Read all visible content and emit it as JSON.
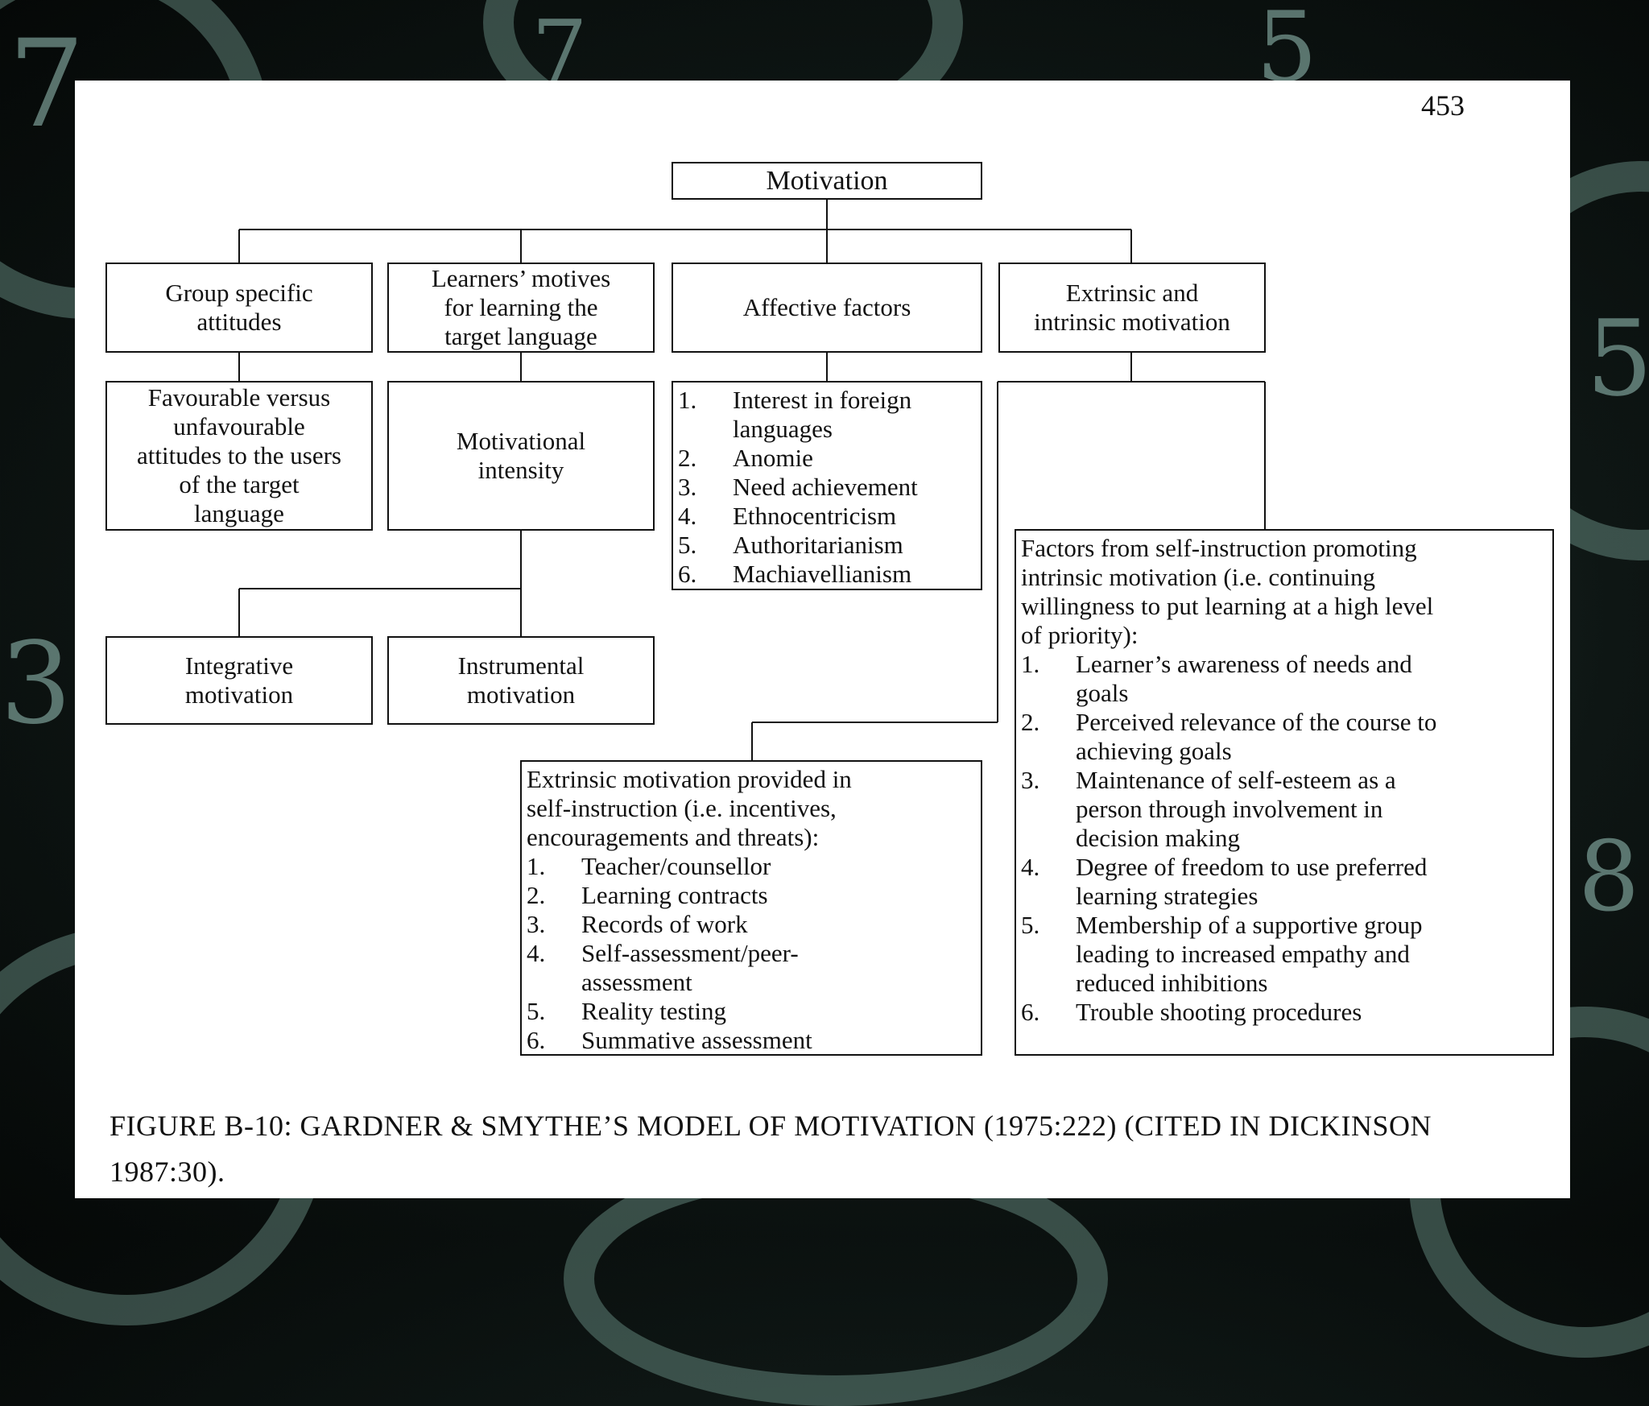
{
  "page_number": "453",
  "root": "Motivation",
  "branches": {
    "group": "Group specific\nattitudes",
    "learners": "Learners’ motives\nfor learning the\ntarget language",
    "affective": "Affective factors",
    "extrinsic_intrinsic": "Extrinsic and\nintrinsic motivation"
  },
  "level2": {
    "attitudes": "Favourable versus\nunfavourable\nattitudes to the users\nof the target\nlanguage",
    "intensity": "Motivational\nintensity"
  },
  "affective_list": [
    {
      "num": "1.",
      "text": "Interest in foreign\nlanguages"
    },
    {
      "num": "2.",
      "text": "Anomie"
    },
    {
      "num": "3.",
      "text": "Need achievement"
    },
    {
      "num": "4.",
      "text": "Ethnocentricism"
    },
    {
      "num": "5.",
      "text": "Authoritarianism"
    },
    {
      "num": "6.",
      "text": "Machiavellianism"
    }
  ],
  "level3": {
    "integrative": "Integrative\nmotivation",
    "instrumental": "Instrumental\nmotivation"
  },
  "intrinsic_box": {
    "intro": "Factors from self-instruction promoting\nintrinsic motivation (i.e. continuing\nwillingness to put learning at a high level\nof priority):",
    "items": [
      {
        "num": "1.",
        "text": "Learner’s awareness of needs and\ngoals"
      },
      {
        "num": "2.",
        "text": "Perceived relevance of the course to\nachieving goals"
      },
      {
        "num": "3.",
        "text": "Maintenance of self-esteem as a\nperson through involvement in\ndecision making"
      },
      {
        "num": "4.",
        "text": "Degree of freedom to use preferred\nlearning strategies"
      },
      {
        "num": "5.",
        "text": "Membership of a supportive group\nleading to increased empathy and\nreduced inhibitions"
      },
      {
        "num": "6.",
        "text": "Trouble shooting procedures"
      }
    ]
  },
  "extrinsic_box": {
    "intro": "Extrinsic motivation provided in\nself-instruction (i.e. incentives,\nencouragements and threats):",
    "items": [
      {
        "num": "1.",
        "text": "Teacher/counsellor"
      },
      {
        "num": "2.",
        "text": "Learning contracts"
      },
      {
        "num": "3.",
        "text": "Records of work"
      },
      {
        "num": "4.",
        "text": "Self-assessment/peer-\nassessment"
      },
      {
        "num": "5.",
        "text": "Reality testing"
      },
      {
        "num": "6.",
        "text": "Summative assessment"
      }
    ]
  },
  "caption": "FIGURE B-10: GARDNER & SMYTHE’S MODEL OF MOTIVATION (1975:222) (CITED IN DICKINSON 1987:30)."
}
